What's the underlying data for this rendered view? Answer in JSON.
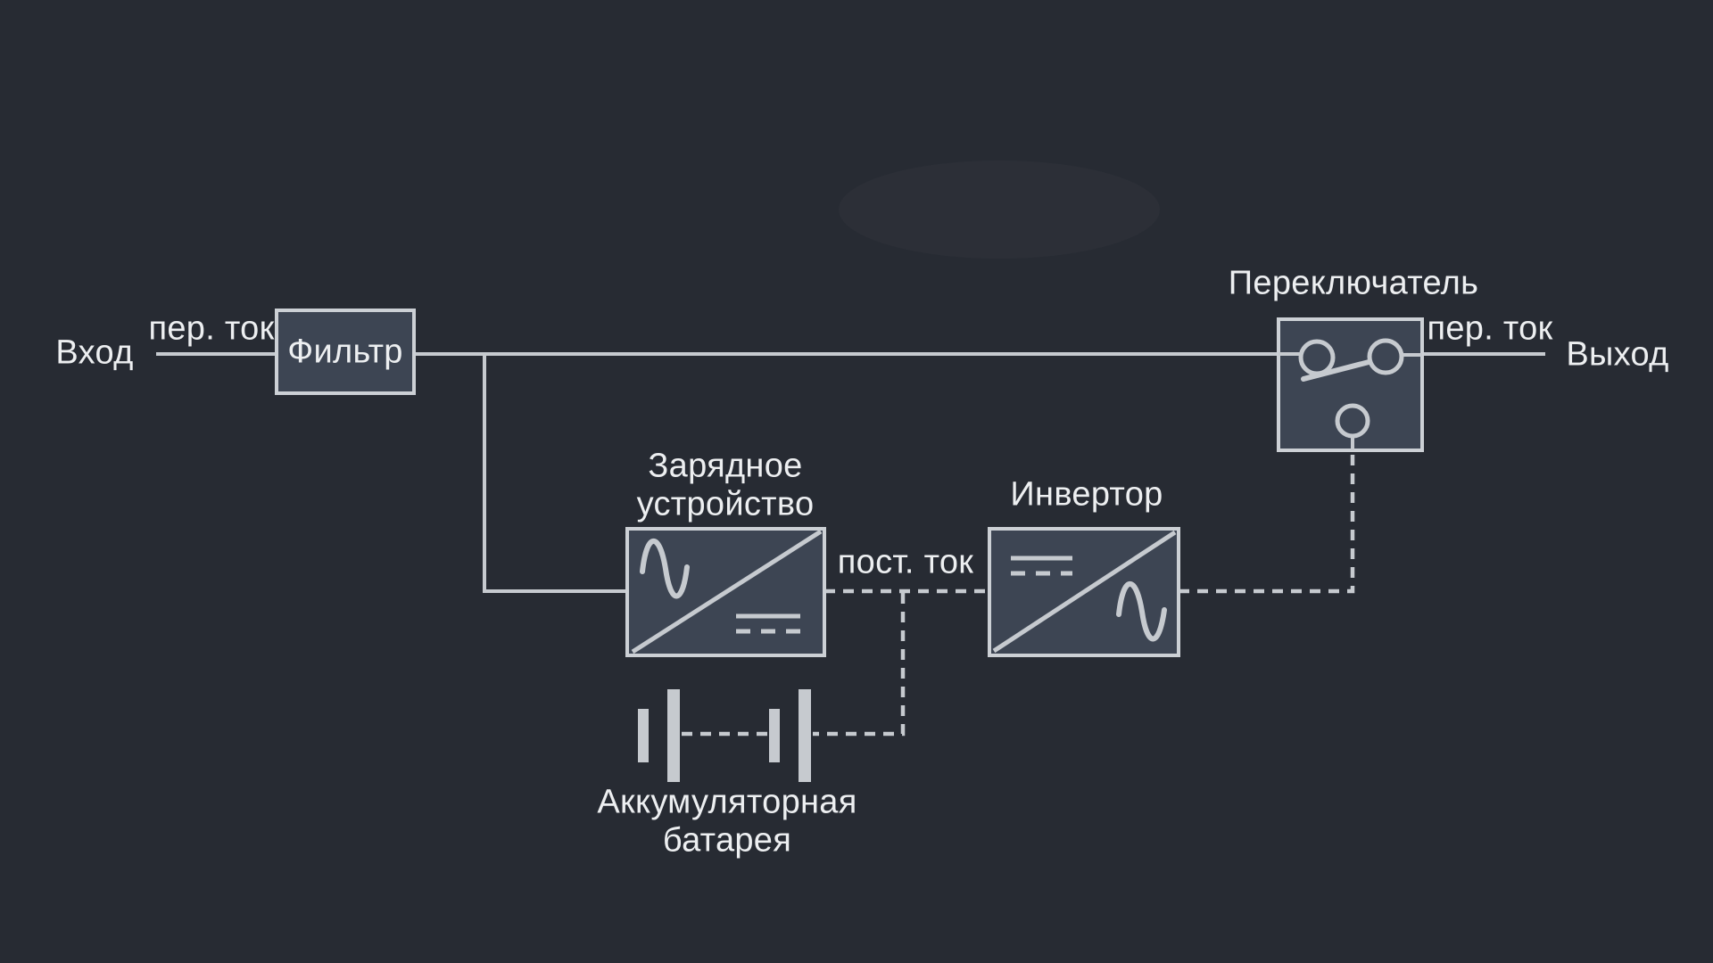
{
  "colors": {
    "background": "#272b33",
    "box_fill": "#3d4553",
    "line": "#c6cacf",
    "border": "#ccd0d5",
    "text": "#edeff1"
  },
  "diagram": {
    "terminals": {
      "input": "Вход",
      "output": "Выход"
    },
    "edge_labels": {
      "ac_input": "пер. ток",
      "ac_output": "пер. ток",
      "dc": "пост. ток"
    },
    "nodes": {
      "filter": {
        "label": "Фильтр"
      },
      "charger": {
        "label": "Зарядное устройство"
      },
      "inverter": {
        "label": "Инвертор"
      },
      "transfer_switch": {
        "label": "Переключатель"
      },
      "battery": {
        "label": "Аккумуляторная батарея"
      }
    }
  }
}
